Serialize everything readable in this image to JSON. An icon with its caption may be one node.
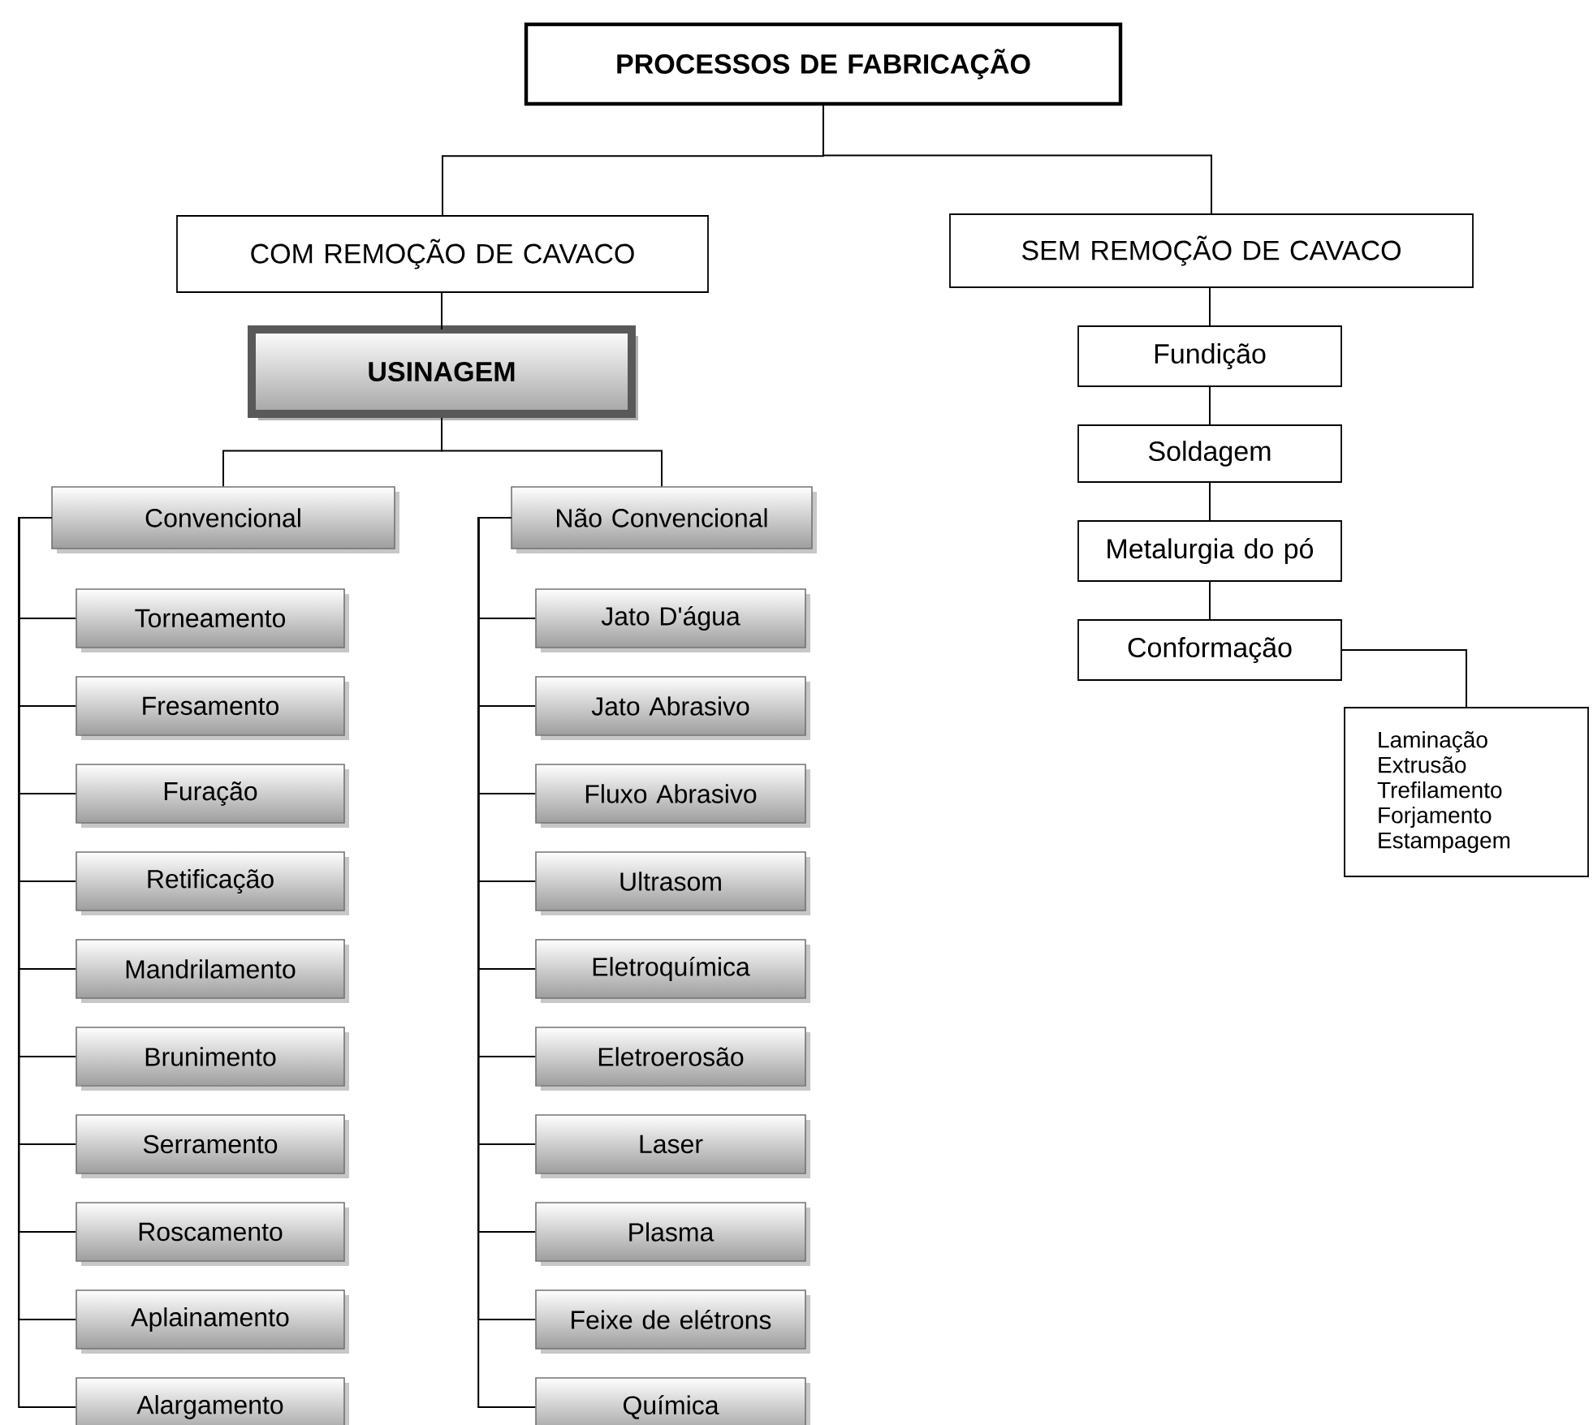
{
  "diagram": {
    "nodes": [
      {
        "text": [
          "PROCESSOS DE FABRICAÇÃO"
        ]
      },
      {
        "text": [
          "COM REMOÇÃO DE CAVACO"
        ]
      },
      {
        "text": [
          "SEM REMOÇÃO DE CAVACO"
        ]
      },
      {
        "text": [
          "USINAGEM"
        ]
      },
      {
        "text": [
          "Convencional"
        ]
      },
      {
        "text": [
          "Não Convencional"
        ]
      },
      {
        "text": [
          "Torneamento"
        ]
      },
      {
        "text": [
          "Fresamento"
        ]
      },
      {
        "text": [
          "Furação"
        ]
      },
      {
        "text": [
          "Retificação"
        ]
      },
      {
        "text": [
          "Mandrilamento"
        ]
      },
      {
        "text": [
          "Brunimento"
        ]
      },
      {
        "text": [
          "Serramento"
        ]
      },
      {
        "text": [
          "Roscamento"
        ]
      },
      {
        "text": [
          "Aplainamento"
        ]
      },
      {
        "text": [
          "Alargamento"
        ]
      },
      {
        "text": [
          "Jato D'água"
        ]
      },
      {
        "text": [
          "Jato Abrasivo"
        ]
      },
      {
        "text": [
          "Fluxo Abrasivo"
        ]
      },
      {
        "text": [
          "Ultrasom"
        ]
      },
      {
        "text": [
          "Eletroquímica"
        ]
      },
      {
        "text": [
          "Eletroerosão"
        ]
      },
      {
        "text": [
          "Laser"
        ]
      },
      {
        "text": [
          "Plasma"
        ]
      },
      {
        "text": [
          "Feixe de elétrons"
        ]
      },
      {
        "text": [
          "Química"
        ]
      },
      {
        "text": [
          "Fundição"
        ]
      },
      {
        "text": [
          "Soldagem"
        ]
      },
      {
        "text": [
          "Metalurgia do pó"
        ]
      },
      {
        "text": [
          "Conformação"
        ]
      },
      {
        "text": [
          "Laminação",
          "Extrusão",
          "Trefilamento",
          "Forjamento",
          "Estampagem"
        ]
      }
    ],
    "edges": [
      {
        "from": 0,
        "to": 1,
        "arrow": "none"
      },
      {
        "from": 0,
        "to": 2,
        "arrow": "none"
      },
      {
        "from": 1,
        "to": 3,
        "arrow": "none"
      },
      {
        "from": 3,
        "to": 4,
        "arrow": "none"
      },
      {
        "from": 3,
        "to": 5,
        "arrow": "none"
      },
      {
        "from": 4,
        "to": 6,
        "arrow": "none"
      },
      {
        "from": 4,
        "to": 7,
        "arrow": "none"
      },
      {
        "from": 4,
        "to": 8,
        "arrow": "none"
      },
      {
        "from": 4,
        "to": 9,
        "arrow": "none"
      },
      {
        "from": 4,
        "to": 10,
        "arrow": "none"
      },
      {
        "from": 4,
        "to": 11,
        "arrow": "none"
      },
      {
        "from": 4,
        "to": 12,
        "arrow": "none"
      },
      {
        "from": 4,
        "to": 13,
        "arrow": "none"
      },
      {
        "from": 4,
        "to": 14,
        "arrow": "none"
      },
      {
        "from": 4,
        "to": 15,
        "arrow": "none"
      },
      {
        "from": 5,
        "to": 16,
        "arrow": "none"
      },
      {
        "from": 5,
        "to": 17,
        "arrow": "none"
      },
      {
        "from": 5,
        "to": 18,
        "arrow": "none"
      },
      {
        "from": 5,
        "to": 19,
        "arrow": "none"
      },
      {
        "from": 5,
        "to": 20,
        "arrow": "none"
      },
      {
        "from": 5,
        "to": 21,
        "arrow": "none"
      },
      {
        "from": 5,
        "to": 22,
        "arrow": "none"
      },
      {
        "from": 5,
        "to": 23,
        "arrow": "none"
      },
      {
        "from": 5,
        "to": 24,
        "arrow": "none"
      },
      {
        "from": 5,
        "to": 25,
        "arrow": "none"
      },
      {
        "from": 2,
        "to": 26,
        "arrow": "none"
      },
      {
        "from": 26,
        "to": 27,
        "arrow": "none"
      },
      {
        "from": 27,
        "to": 28,
        "arrow": "none"
      },
      {
        "from": 28,
        "to": 29,
        "arrow": "none"
      },
      {
        "from": 29,
        "to": 30,
        "arrow": "none"
      }
    ]
  }
}
